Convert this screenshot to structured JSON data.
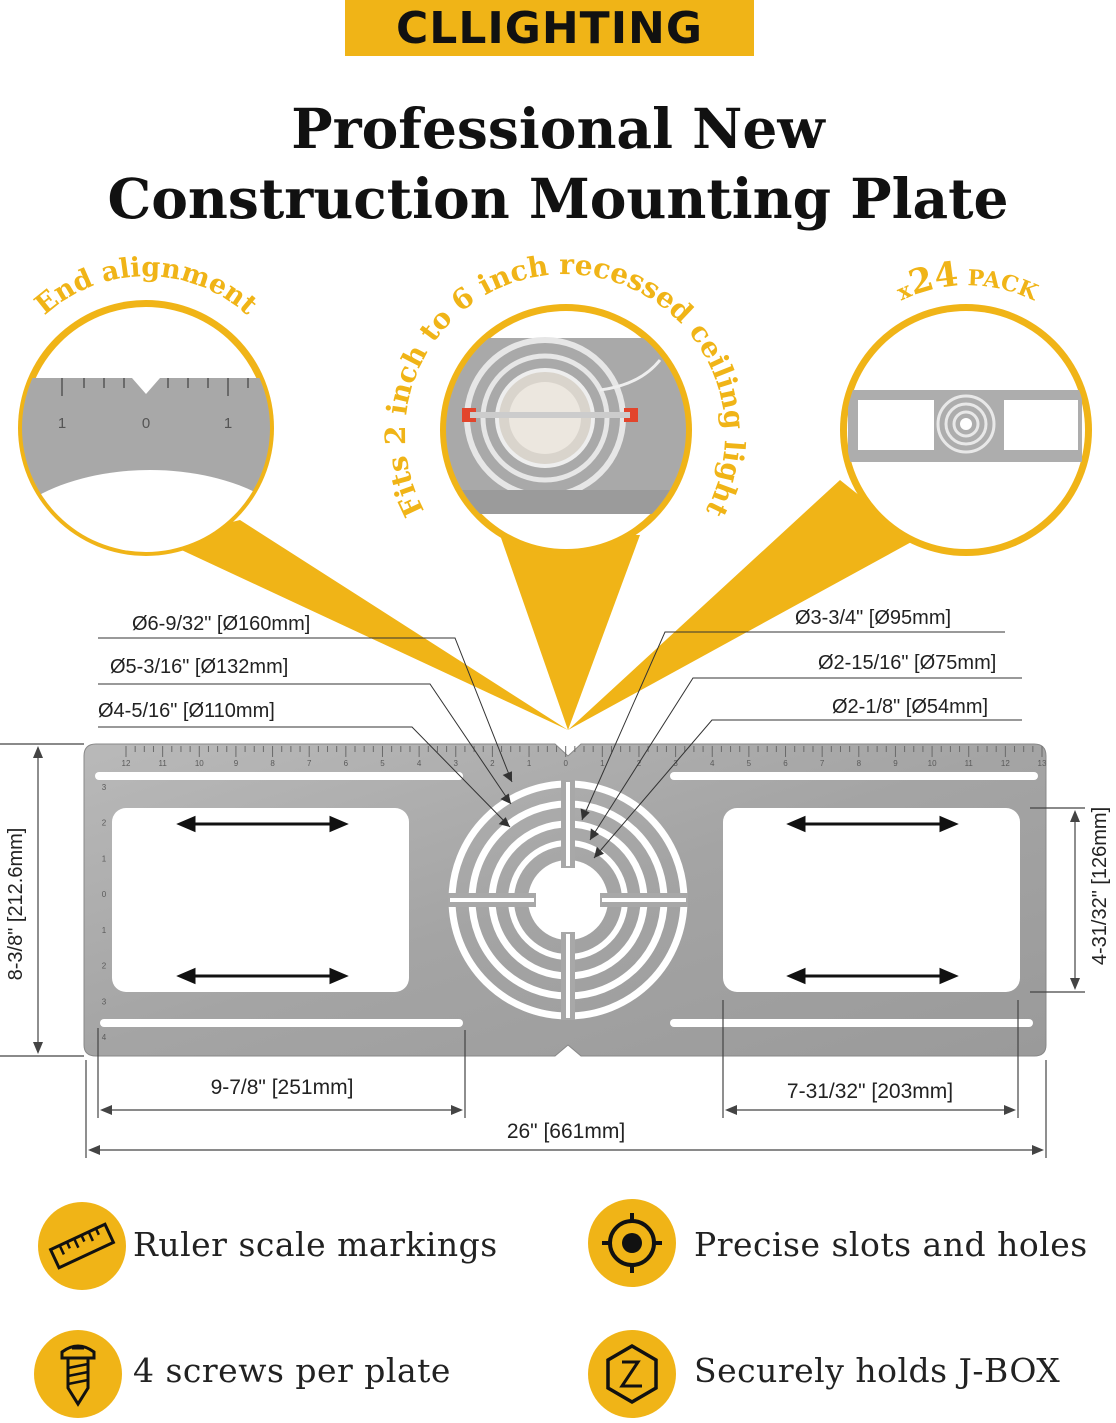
{
  "brand": {
    "name": "CLLIGHTING"
  },
  "headline": {
    "line1": "Professional New",
    "line2": "Construction Mounting Plate"
  },
  "callouts": {
    "end_alignment": "End alignment",
    "fits": "Fits 2 inch to 6 inch recessed ceiling light",
    "pack_prefix": "x",
    "pack_count": "24",
    "pack_suffix": "PACK"
  },
  "ruler_zoom": {
    "ticks": [
      "1",
      "0",
      "1"
    ]
  },
  "dimensions": {
    "d160": "Ø6-9/32\" [Ø160mm]",
    "d132": "Ø5-3/16\" [Ø132mm]",
    "d110": "Ø4-5/16\" [Ø110mm]",
    "d95": "Ø3-3/4\" [Ø95mm]",
    "d75": "Ø2-15/16\" [Ø75mm]",
    "d54": "Ø2-1/8\" [Ø54mm]",
    "height": "8-3/8\" [212.6mm]",
    "window_height": "4-31/32\" [126mm]",
    "left_width": "9-7/8\" [251mm]",
    "right_width": "7-31/32\" [203mm]",
    "total_width": "26\" [661mm]"
  },
  "plate_ruler": {
    "top_ticks": [
      "12",
      "11",
      "10",
      "9",
      "8",
      "7",
      "6",
      "5",
      "4",
      "3",
      "2",
      "1",
      "0",
      "1",
      "2",
      "3",
      "4",
      "5",
      "6",
      "7",
      "8",
      "9",
      "10",
      "11",
      "12",
      "13"
    ],
    "side_ticks": [
      "3",
      "2",
      "1",
      "0",
      "1",
      "2",
      "3",
      "4"
    ]
  },
  "features": [
    {
      "icon": "ruler-icon",
      "label": "Ruler scale markings"
    },
    {
      "icon": "target-icon",
      "label": "Precise slots and holes"
    },
    {
      "icon": "screw-icon",
      "label": "4 screws per plate"
    },
    {
      "icon": "hexagon-icon",
      "label": "Securely holds J-BOX"
    }
  ],
  "colors": {
    "accent": "#f0b417",
    "plate": "#a9a9a9",
    "text": "#111111"
  }
}
